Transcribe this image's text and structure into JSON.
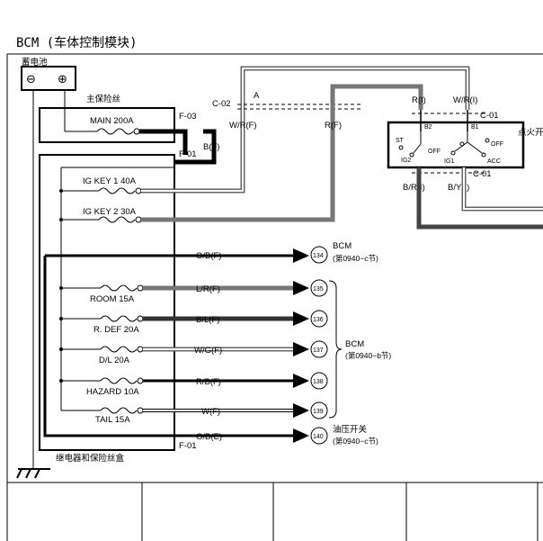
{
  "title": "BCM (车体控制模块)",
  "battery": {
    "label": "蓄电池",
    "neg": "⊖",
    "pos": "⊕"
  },
  "main_fuse_group": "主保险丝",
  "box_label": "继电器和保险丝盒",
  "fuses": [
    {
      "id": "main",
      "label": "MAIN 200A"
    },
    {
      "id": "ig1",
      "label": "IG KEY 1 40A"
    },
    {
      "id": "ig2",
      "label": "IG KEY 2 30A"
    },
    {
      "id": "room",
      "label": "ROOM 15A"
    },
    {
      "id": "rdef",
      "label": "R. DEF 20A"
    },
    {
      "id": "dl",
      "label": "D/L 20A"
    },
    {
      "id": "hazard",
      "label": "HAZARD 10A"
    },
    {
      "id": "tail",
      "label": "TAIL 15A"
    }
  ],
  "connectors": {
    "f03": "F-03",
    "f01_top": "F-01",
    "f01_bottom": "F-01",
    "c02": "C-02",
    "c02_pin": "A",
    "c01_top": "C-01",
    "c01_bottom": "C-01"
  },
  "wires": {
    "bf": "B(F)",
    "wrf": "W/R(F)",
    "rf": "R(F)",
    "ri": "R(I)",
    "wri": "W/R(I)",
    "bri": "B/R(I)",
    "byi": "B/Y(I)",
    "obf": "O/B(F)",
    "lrf": "L/R(F)",
    "blf": "B/L(F)",
    "wgf": "W/G(F)",
    "rbf": "R/B(F)",
    "wf": "W(F)",
    "obe": "O/B(E)"
  },
  "refs": [
    "134",
    "135",
    "136",
    "137",
    "138",
    "139",
    "140"
  ],
  "annotations": {
    "bcm_1": "BCM",
    "bcm_1_ref": "(第0940−c节)",
    "bcm_2": "BCM",
    "bcm_2_ref": "(第0940−b节)",
    "oil_switch": "油压开关",
    "oil_switch_ref": "(第0940−c节)"
  },
  "ignition_switch": {
    "label": "点火开",
    "terminals": {
      "b2": "B2",
      "b1": "B1",
      "st": "ST",
      "off_1": "OFF",
      "off_2": "OFF",
      "ig2": "IG2",
      "ig1": "IG1",
      "acc": "ACC"
    }
  }
}
